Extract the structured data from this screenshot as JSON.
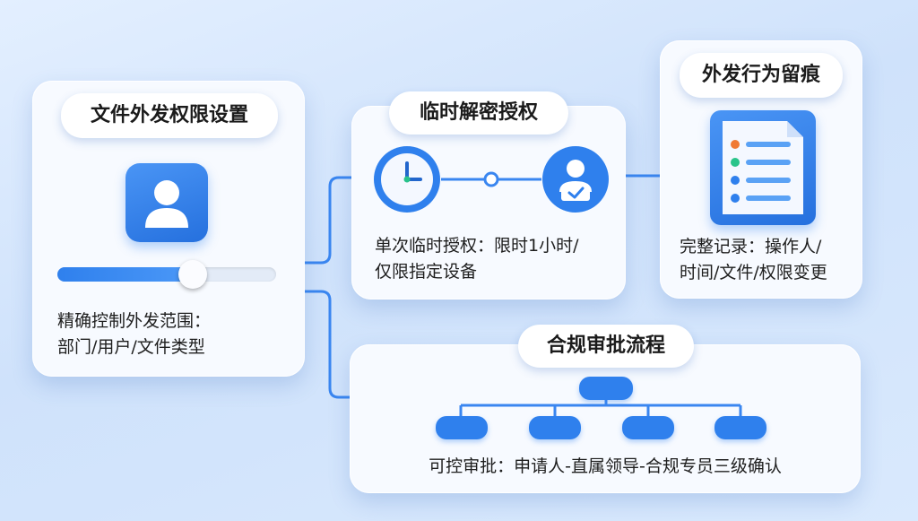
{
  "colors": {
    "accent": "#2f80ed",
    "line": "#3a86f0"
  },
  "cards": [
    {
      "id": "file-permissions",
      "title": "文件外发权限设置",
      "icon": "user-icon",
      "slider_level": 0.62,
      "desc_lines": [
        "精确控制外发范围：",
        "部门/用户/文件类型"
      ]
    },
    {
      "id": "temp-decrypt",
      "title": "临时解密授权",
      "icons": [
        "clock-icon",
        "user-check-icon"
      ],
      "desc_lines": [
        "单次临时授权：限时1小时/",
        "仅限指定设备"
      ]
    },
    {
      "id": "audit-trail",
      "title": "外发行为留痕",
      "icon": "document-list-icon",
      "desc_lines": [
        "完整记录：操作人/",
        "时间/文件/权限变更"
      ]
    },
    {
      "id": "approval-flow",
      "title": "合规审批流程",
      "icon": "org-chart-icon",
      "desc_lines": [
        "可控审批：申请人-直属领导-合规专员三级确认"
      ]
    }
  ]
}
